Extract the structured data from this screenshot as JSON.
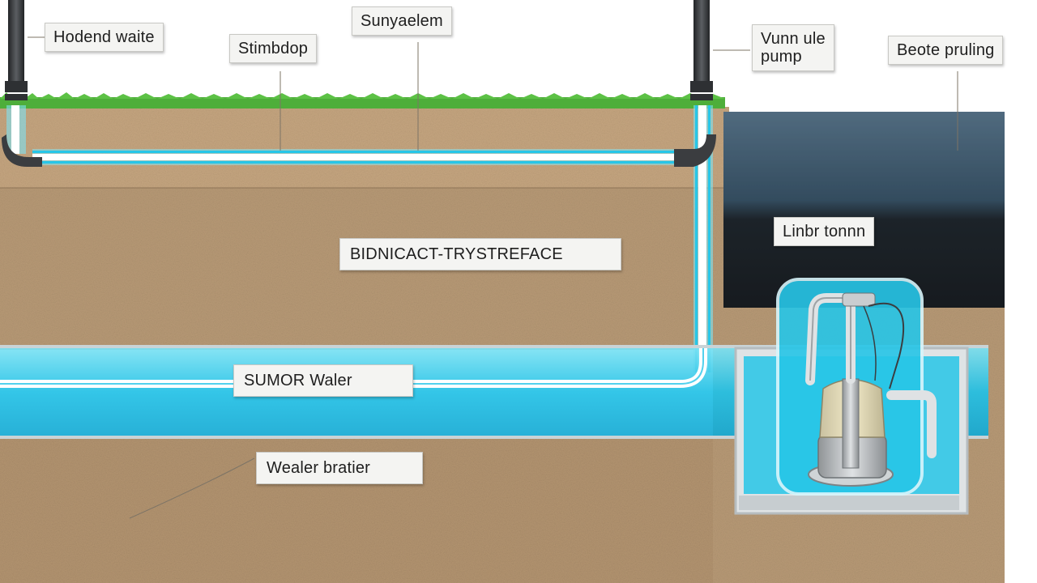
{
  "labels": {
    "top_left_1": "Hodend waite",
    "top_left_2": "Stimbdop",
    "top_center": "Sunyaelem",
    "top_right_1": "Vunn ule\npump",
    "top_right_2": "Beote pruling",
    "middle_block": "Linbr tonnn",
    "middle_center": "BIDNICACT-TRYSTREFACE",
    "lower_center": "SUMOR Waler",
    "bottom_center": "Wealer bratier"
  },
  "colors": {
    "soil": "#b89a76",
    "soil_dark": "#a58866",
    "soil_light": "#c8ab86",
    "grass": "#4eae3a",
    "water": "#27c6e8",
    "water_light": "#7fe3f4",
    "pipe_dark": "#3b3d40",
    "concrete_dark": "#2a2f35",
    "concrete_blue": "#3d5a70",
    "pump_body": "#e6dcb6",
    "pump_metal": "#bfc3c6"
  }
}
